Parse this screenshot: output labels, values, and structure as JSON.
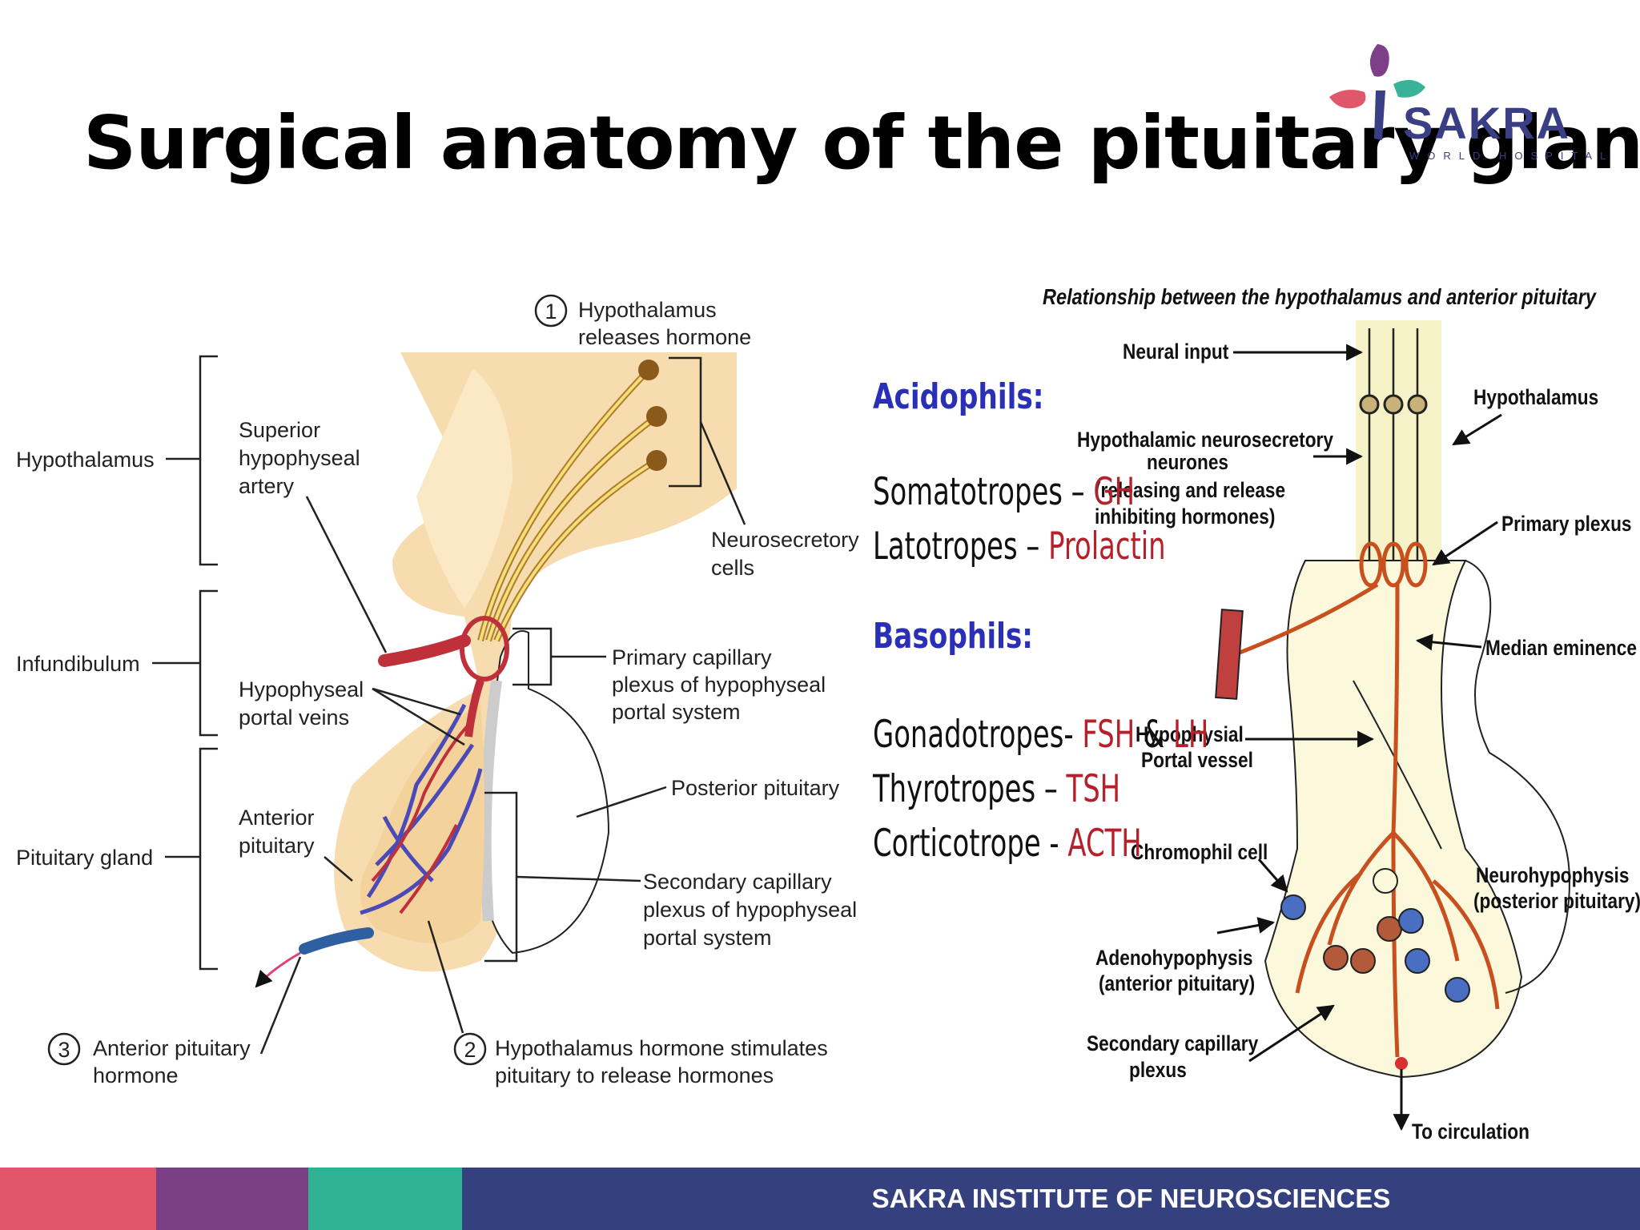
{
  "slide": {
    "title": "Surgical anatomy of the pituitary gland",
    "logo": {
      "text": "SAKRA",
      "subtext": "WORLD HOSPITAL",
      "colors": [
        "#e0566a",
        "#7c3f88",
        "#38b39a",
        "#3a3f85"
      ]
    },
    "footer": {
      "text": "SAKRA INSTITUTE OF NEUROSCIENCES",
      "colors": [
        "#e0566a",
        "#7a3f85",
        "#2fb294",
        "#35407e"
      ]
    }
  },
  "left_diagram": {
    "region_labels": [
      "Hypothalamus",
      "Infundibulum",
      "Pituitary gland"
    ],
    "labels": {
      "sup_artery": [
        "Superior",
        "hypophyseal",
        "artery"
      ],
      "portal_veins": [
        "Hypophyseal",
        "portal veins"
      ],
      "anterior_pituitary": [
        "Anterior",
        "pituitary"
      ],
      "neurosecretory": [
        "Neurosecretory",
        "cells"
      ],
      "primary_plexus": [
        "Primary capillary",
        "plexus of hypophyseal",
        "portal system"
      ],
      "posterior_pituitary": "Posterior pituitary",
      "secondary_plexus": [
        "Secondary capillary",
        "plexus of hypophyseal",
        "portal system"
      ]
    },
    "steps": [
      {
        "num": "1",
        "lines": [
          "Hypothalamus",
          "releases hormone"
        ]
      },
      {
        "num": "2",
        "lines": [
          "Hypothalamus hormone stimulates",
          "pituitary to release hormones"
        ]
      },
      {
        "num": "3",
        "lines": [
          "Anterior pituitary",
          "hormone"
        ]
      }
    ]
  },
  "cell_types": {
    "acidophils_heading": "Acidophils:",
    "acidophils": [
      {
        "cell": "Somatotropes – ",
        "hormone": "GH"
      },
      {
        "cell": "Latotropes – ",
        "hormone": "Prolactin"
      }
    ],
    "basophils_heading": "Basophils:",
    "basophils": [
      {
        "cell": "Gonadotropes- ",
        "hormone": "FSH",
        "joiner": " & ",
        "hormone2": "LH"
      },
      {
        "cell": "Thyrotropes – ",
        "hormone": "TSH"
      },
      {
        "cell": "Corticotrope - ",
        "hormone": "ACTH"
      }
    ]
  },
  "right_diagram": {
    "title": "Relationship between the hypothalamus and anterior pituitary",
    "labels": {
      "neural_input": "Neural input",
      "hypothalamus": "Hypothalamus",
      "neurosecretory": [
        "Hypothalamic neurosecretory",
        "neurones",
        "(releasing and release",
        "inhibiting hormones)"
      ],
      "primary_plexus": "Primary plexus",
      "median_eminence": "Median eminence",
      "portal_vessel": [
        "Hypophysial",
        "Portal vessel"
      ],
      "chromophil": "Chromophil cell",
      "neurohypophysis": [
        "Neurohypophysis",
        "(posterior pituitary)"
      ],
      "adenohypophysis": [
        "Adenohypophysis",
        "(anterior pituitary)"
      ],
      "secondary_plexus": [
        "Secondary capillary",
        "plexus"
      ],
      "to_circulation": "To circulation"
    }
  }
}
